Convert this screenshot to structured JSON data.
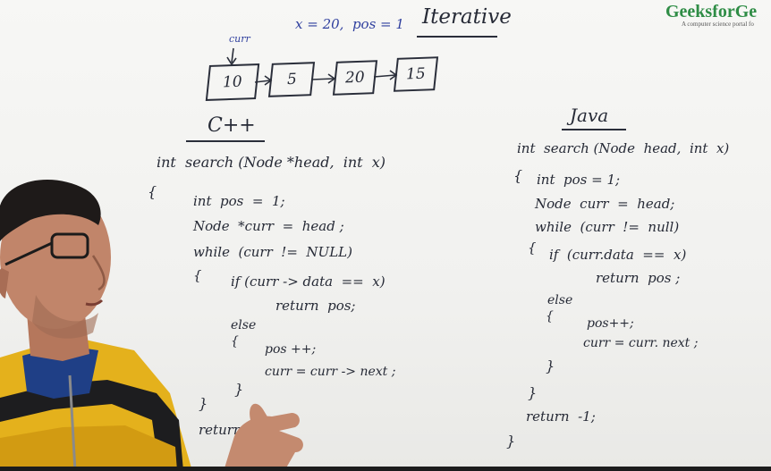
{
  "header": {
    "params": "x = 20,  pos = 1",
    "title": "Iterative",
    "logo_main": "GeeksforGe",
    "logo_sub": "A computer science portal fo"
  },
  "diagram": {
    "pointer_label": "curr",
    "nodes": [
      "10",
      "5",
      "20",
      "15"
    ]
  },
  "cpp": {
    "heading": "C++",
    "lines": [
      "int  search (Node *head,  int  x)",
      "{",
      "int  pos  =  1;",
      "Node  *curr  =  head ;",
      "while  (curr  !=  NULL)",
      "{",
      "if (curr -> data  ==  x)",
      "return  pos;",
      "else",
      "{",
      "pos ++;",
      "curr = curr -> next ;",
      "}",
      "}",
      "return  -1"
    ]
  },
  "java": {
    "heading": "Java",
    "lines": [
      "int  search (Node  head,  int  x)",
      "{",
      "int  pos = 1;",
      "Node  curr  =  head;",
      "while  (curr  !=  null)",
      "{",
      "if  (curr.data  ==  x)",
      "return  pos ;",
      "else",
      "{",
      "pos++;",
      "curr = curr. next ;",
      "}",
      "}",
      "return  -1;",
      "}"
    ]
  }
}
